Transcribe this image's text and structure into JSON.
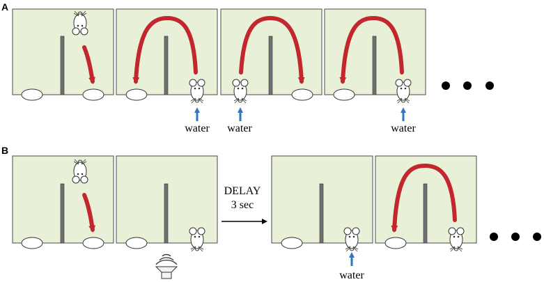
{
  "panels": {
    "a": {
      "letter": "A",
      "water_labels": [
        "water",
        "water",
        "water"
      ]
    },
    "b": {
      "letter": "B",
      "delay_line1": "DELAY",
      "delay_line2": "3 sec",
      "water_label": "water"
    }
  },
  "colors": {
    "box_fill": "#e9f0d8",
    "box_stroke": "#4a4a4a",
    "divider": "#707070",
    "arrow_red": "#c1272d",
    "arrow_blue": "#2e75c6",
    "dot": "#000000"
  },
  "icons": {
    "mouse": "mouse-icon",
    "speaker": "speaker-icon",
    "ellipsis": "ellipsis-dots"
  }
}
